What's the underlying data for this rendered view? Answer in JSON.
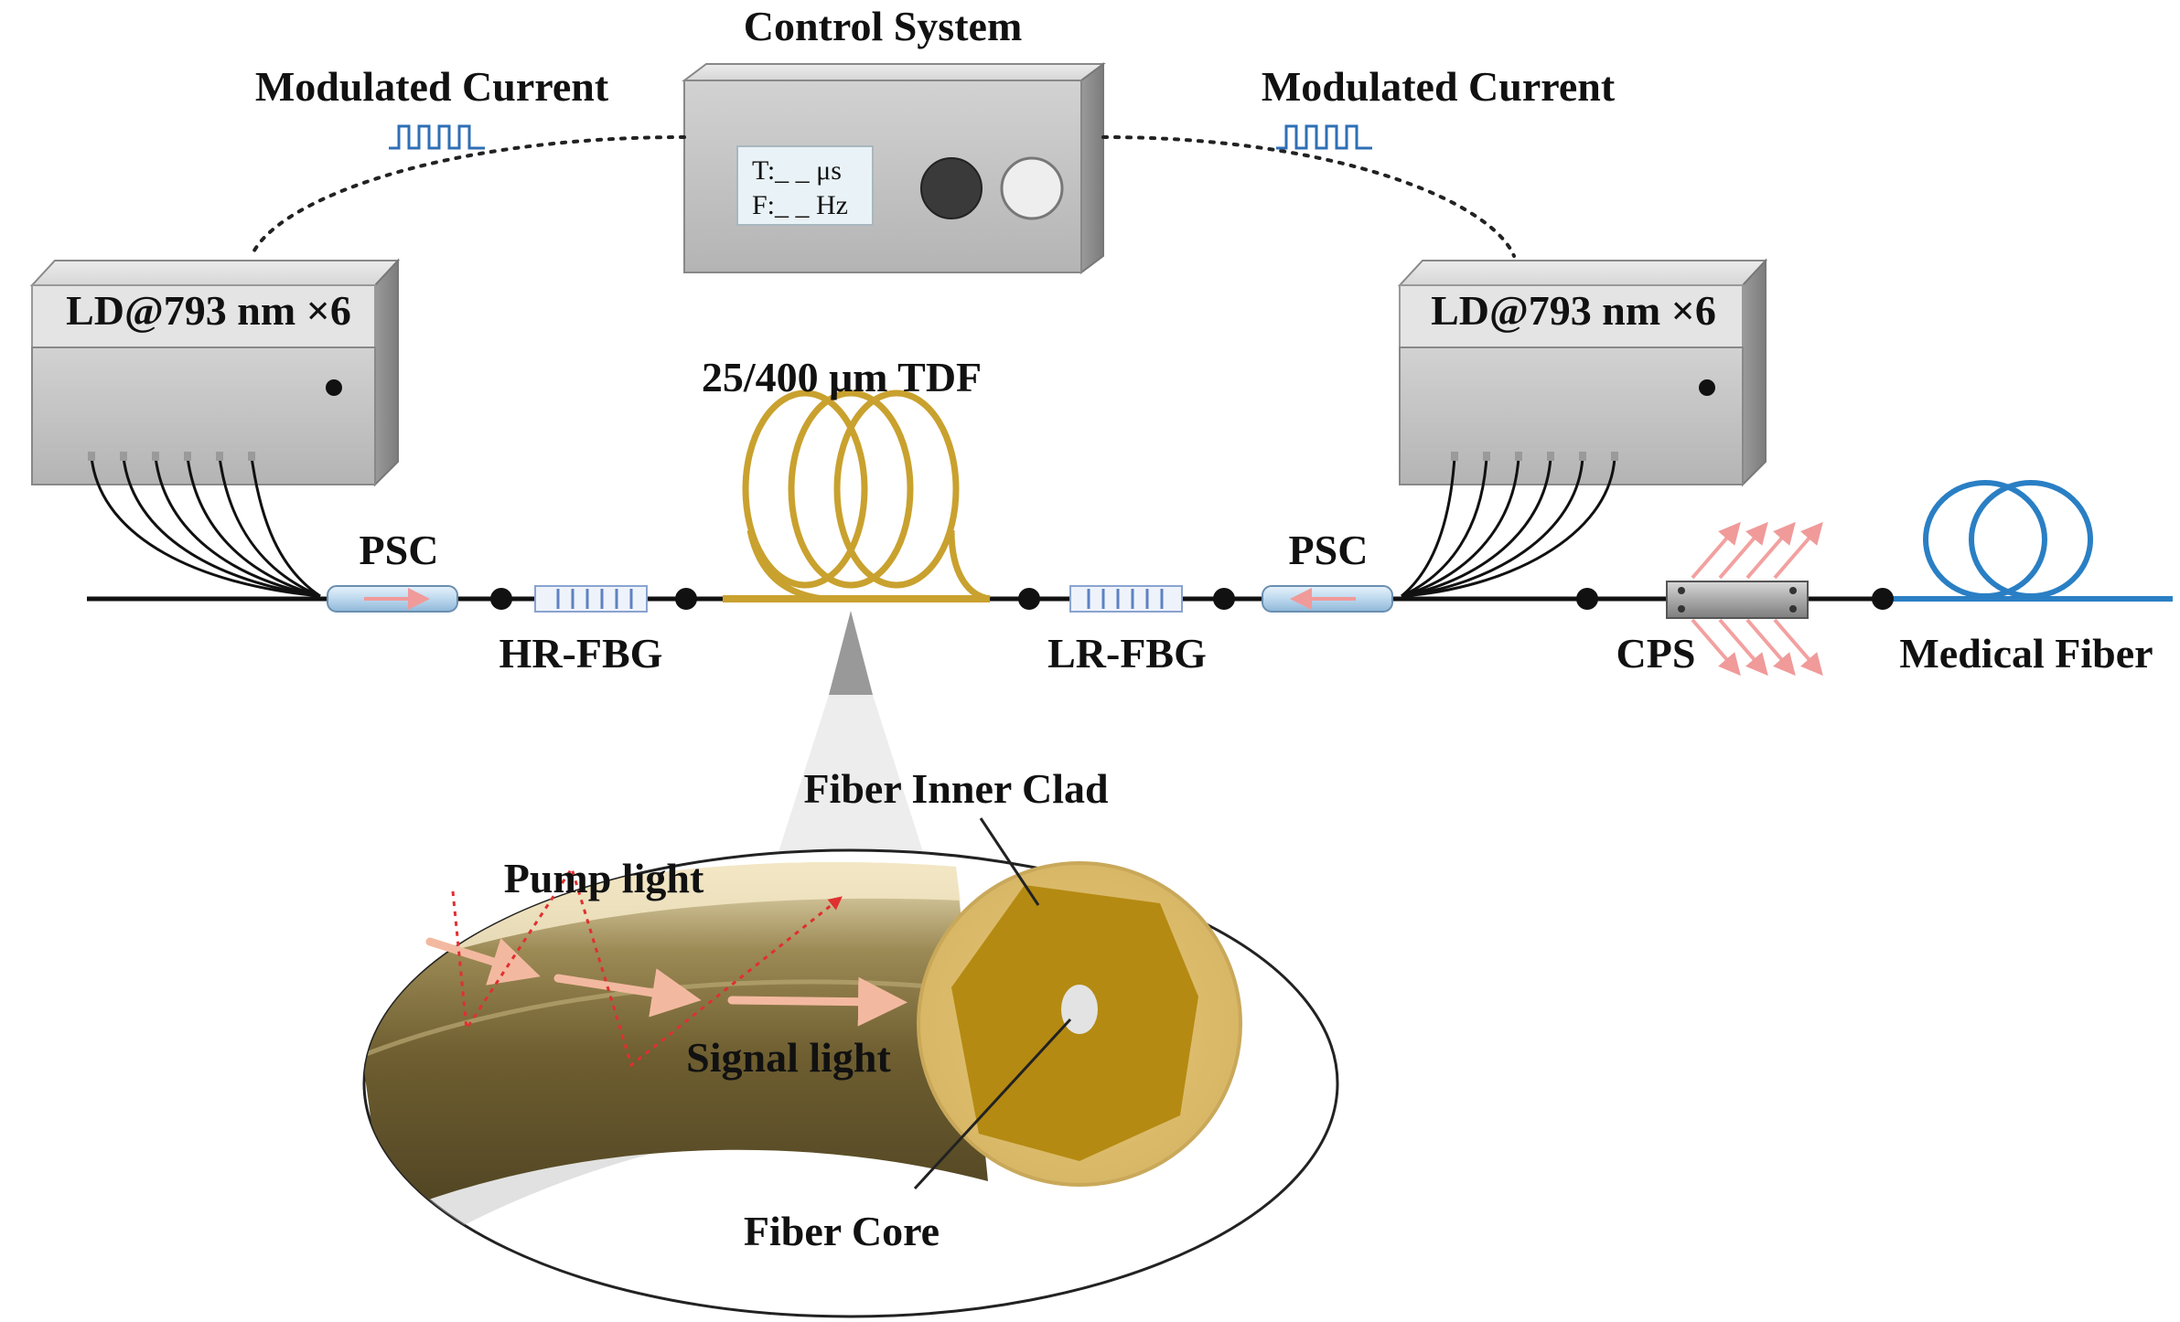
{
  "control_system": {
    "title": "Control System",
    "display_line_1": "T:_ _ μs",
    "display_line_2": "F:_ _ Hz"
  },
  "modulation": {
    "left_label": "Modulated Current",
    "right_label": "Modulated Current"
  },
  "pump_modules": {
    "left_label": "LD@793 nm ×6",
    "right_label": "LD@793 nm ×6"
  },
  "components": {
    "psc_left": "PSC",
    "psc_right": "PSC",
    "hr_fbg": "HR-FBG",
    "lr_fbg": "LR-FBG",
    "gain_fiber": "25/400 μm TDF",
    "cps": "CPS",
    "output_fiber": "Medical Fiber"
  },
  "inset": {
    "inner_clad": "Fiber Inner Clad",
    "pump_light": "Pump light",
    "signal_light": "Signal light",
    "core": "Fiber Core"
  },
  "colors": {
    "gain_fiber": "#c9a12e",
    "output_fiber": "#2a7fc4",
    "modulation_wave": "#2f6fb5",
    "pump_ray": "#e03030",
    "signal_arrow": "#f3b9a0",
    "module_body": "#c8c8c8"
  },
  "icons": {
    "coil": "fiber-coil-icon",
    "wave": "square-wave-icon",
    "splice": "splice-point-icon"
  }
}
